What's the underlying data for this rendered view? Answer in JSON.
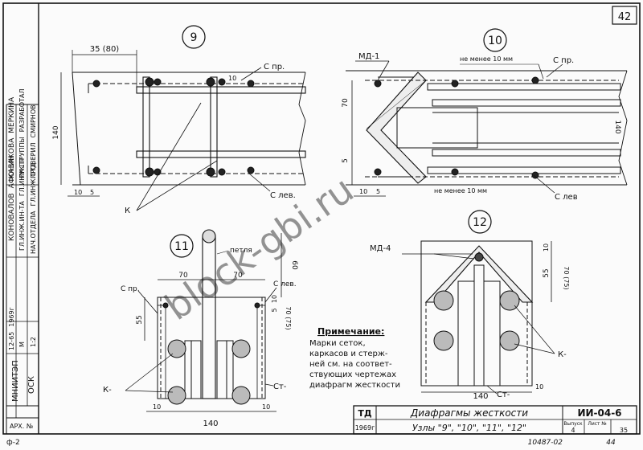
{
  "sheet": {
    "page_number": "42",
    "series_code": "ИИ-04-6",
    "org": "МНИИТЭП",
    "dept": "ОСК",
    "arch": "АРХ. №",
    "stamp_td": "ТД",
    "stamp_year": "1969г",
    "title": "Диафрагмы жесткости",
    "subtitle": "Узлы \"9\", \"10\", \"11\", \"12\"",
    "issue_label": "Выпуск",
    "issue_value": "4",
    "sheet_label": "Лист №",
    "sheet_value": "35",
    "footer_left": "ф-2",
    "footer_num": "10487-02",
    "footer_page": "44",
    "watermark": "block-gbi.ru",
    "side_block_a": [
      "12-65",
      "1969г",
      "М",
      "1:2"
    ],
    "side_block_b": [
      "ГЛ.ИНЖ.ИН-ТА",
      "ГЛ.ИНЖ.ПР",
      "НАЧ.ОТДЕЛА",
      "ГЛ.ИНЖ.ОТД."
    ],
    "side_block_c": [
      "КОНОВАЛОВ",
      "АФОНИН",
      "СМИРНОВ",
      "ЛИБЕРТ"
    ],
    "side_block_d": [
      "КАЗАКОВА",
      "МЕРКИНА",
      "СМИРНОВ",
      "МЕРКИНА"
    ],
    "side_block_e": [
      "РУК.ГРУППЫ",
      "РАЗРАБОТАЛ",
      "ПРОВЕРИЛ"
    ]
  },
  "node9": {
    "number": "9",
    "dim_top": "35 (80)",
    "dim_h": "140",
    "dim_10a": "10",
    "dim_10b": "10",
    "dim_5": "5",
    "label_cpr": "С пр.",
    "label_clev": "С лев.",
    "label_k": "К"
  },
  "node10": {
    "number": "10",
    "label_md": "МД-1",
    "note_top": "не менее 10 мм",
    "note_bottom": "не менее 10 мм",
    "label_cpr": "С пр.",
    "label_clev": "С лев",
    "dim_70": "70",
    "dim_5": "5",
    "dim_140": "140",
    "dim_10": "10",
    "dim_5b": "5"
  },
  "node11": {
    "number": "11",
    "label_loop": "петля",
    "dim_70a": "70",
    "dim_70b": "70",
    "dim_60": "60",
    "label_cpr": "С пр.",
    "label_clev": "С лев.",
    "dim_55": "55",
    "dim_5": "5",
    "dim_10": "10",
    "dim_70_75": "70 (75)",
    "label_k": "К-",
    "label_ct": "Ст-",
    "dim_10b": "10",
    "dim_10c": "10",
    "dim_140": "140"
  },
  "node12": {
    "number": "12",
    "label_md": "МД-4",
    "dim_10": "10",
    "dim_55": "55",
    "dim_70_75": "70 (75)",
    "label_k": "К-",
    "label_ct": "Ст-",
    "dim_140": "140",
    "dim_10b": "10"
  },
  "note": {
    "title": "Примечание:",
    "lines": [
      "Марки сеток,",
      "каркасов и стерж-",
      "ней см. на соответ-",
      "ствующих чертежах",
      "диафрагм жесткости"
    ]
  }
}
